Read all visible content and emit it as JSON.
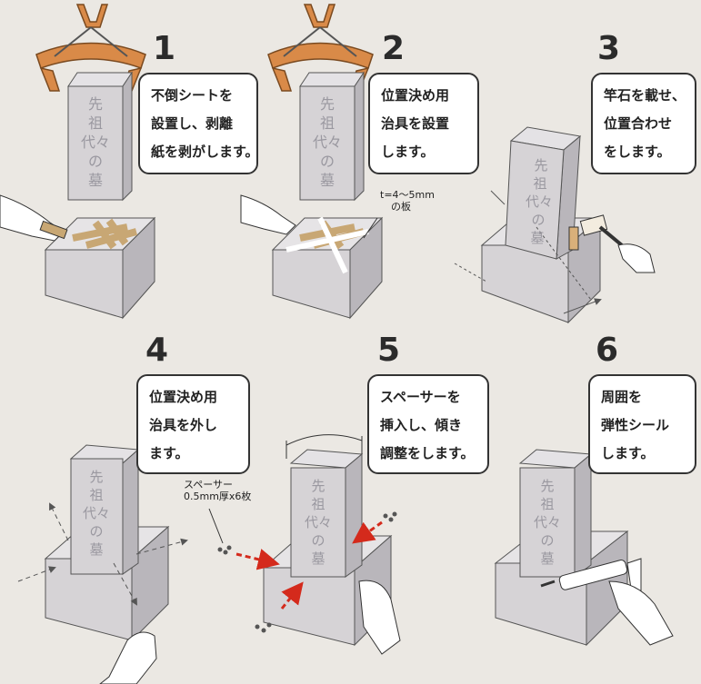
{
  "steps": [
    {
      "num": "1",
      "lines": [
        "不倒シートを",
        "設置し、剥離",
        "紙を剥がします。"
      ]
    },
    {
      "num": "2",
      "lines": [
        "位置決め用",
        "治具を設置",
        "します。"
      ]
    },
    {
      "num": "3",
      "lines": [
        "竿石を載せ、",
        "位置合わせ",
        "をします。"
      ]
    },
    {
      "num": "4",
      "lines": [
        "位置決め用",
        "治具を外し",
        "ます。"
      ]
    },
    {
      "num": "5",
      "lines": [
        "スペーサーを",
        "挿入し、傾き",
        "調整をします。"
      ]
    },
    {
      "num": "6",
      "lines": [
        "周囲を",
        "弾性シール",
        "します。"
      ]
    }
  ],
  "notes": {
    "plate": [
      "t=4～5mm",
      "の板"
    ],
    "spacer": [
      "スペーサー",
      "0.5mm厚x6枚"
    ]
  },
  "inscription": [
    "先",
    "祖",
    "代",
    "々",
    "の",
    "墓"
  ],
  "colors": {
    "stone": "#d6d3d6",
    "stone_dark": "#b9b6bb",
    "clamp": "#d98a48",
    "sheet": "#c8a774",
    "arrow_red": "#d42a1c"
  }
}
